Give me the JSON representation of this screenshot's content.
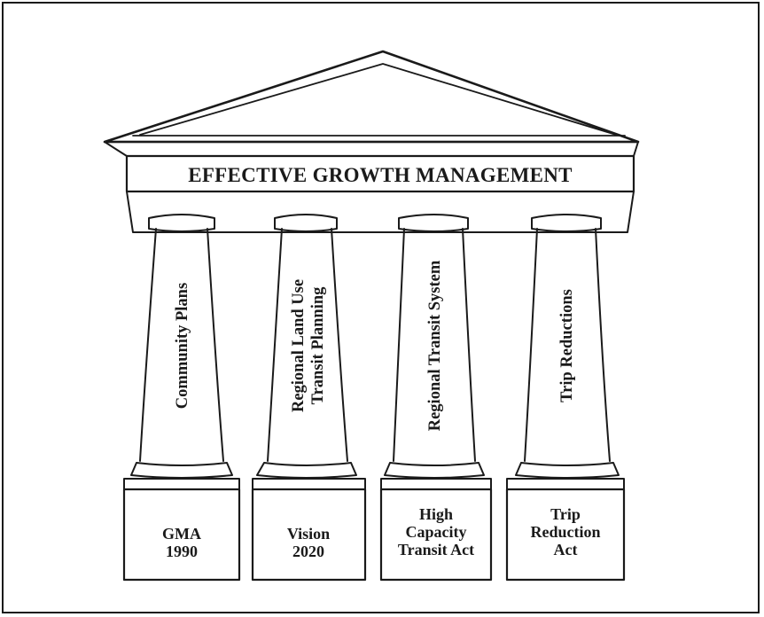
{
  "diagram": {
    "roof_label": "EFFECTIVE GROWTH MANAGEMENT",
    "pillars": [
      {
        "column_lines": [
          "Community Plans"
        ],
        "base_lines": [
          "GMA",
          "1990"
        ]
      },
      {
        "column_lines": [
          "Regional Land Use",
          "Transit Planning"
        ],
        "base_lines": [
          "Vision",
          "2020"
        ]
      },
      {
        "column_lines": [
          "Regional Transit System"
        ],
        "base_lines": [
          "High",
          "Capacity",
          "Transit Act"
        ]
      },
      {
        "column_lines": [
          "Trip Reductions"
        ],
        "base_lines": [
          "Trip",
          "Reduction",
          "Act"
        ]
      }
    ]
  },
  "colors": {
    "ink": "#1a1a1a",
    "paper": "#ffffff"
  }
}
